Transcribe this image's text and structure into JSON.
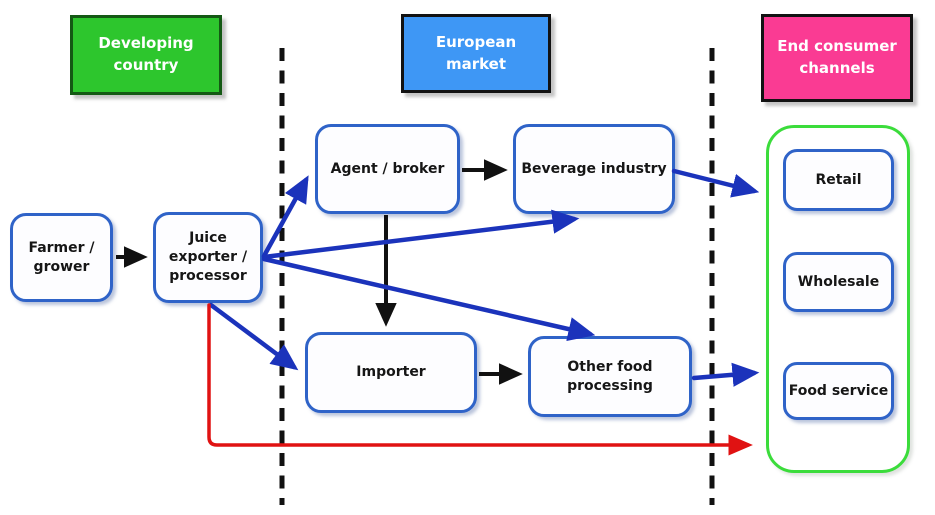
{
  "diagram": {
    "zones": {
      "developing": {
        "label": "Developing\ncountry",
        "fill": "#2dc62d",
        "border": "#145914"
      },
      "european": {
        "label": "European\nmarket",
        "fill": "#3e97f5",
        "border": "#121212"
      },
      "end_consumer": {
        "label": "End consumer\nchannels",
        "fill": "#fa3b93",
        "border": "#121212"
      }
    },
    "nodes": {
      "farmer": {
        "label": "Farmer /\ngrower"
      },
      "juice": {
        "label": "Juice\nexporter /\nprocessor"
      },
      "agent": {
        "label": "Agent / broker"
      },
      "beverage": {
        "label": "Beverage industry"
      },
      "importer": {
        "label": "Importer"
      },
      "other_food": {
        "label": "Other food\nprocessing"
      },
      "retail": {
        "label": "Retail"
      },
      "wholesale": {
        "label": "Wholesale"
      },
      "food_service": {
        "label": "Food service"
      }
    },
    "edges": [
      {
        "from": "farmer",
        "to": "juice",
        "color": "black"
      },
      {
        "from": "agent",
        "to": "beverage",
        "color": "black"
      },
      {
        "from": "agent",
        "to": "importer",
        "color": "black"
      },
      {
        "from": "importer",
        "to": "other_food",
        "color": "black"
      },
      {
        "from": "juice",
        "to": "agent",
        "color": "blue"
      },
      {
        "from": "juice",
        "to": "beverage",
        "color": "blue"
      },
      {
        "from": "juice",
        "to": "other_food",
        "color": "blue"
      },
      {
        "from": "juice",
        "to": "importer",
        "color": "blue"
      },
      {
        "from": "beverage",
        "to": "retail",
        "color": "blue"
      },
      {
        "from": "other_food",
        "to": "food_service",
        "color": "blue"
      },
      {
        "from": "juice",
        "to": "end_consumer_channels",
        "color": "red"
      }
    ],
    "colors": {
      "node_border": "#2f63c8",
      "node_fill": "#fdfdff",
      "container_border": "#3bdc3b",
      "arrow_black": "#111111",
      "arrow_blue": "#1b33bb",
      "arrow_red": "#e01212",
      "divider": "#111111"
    }
  }
}
